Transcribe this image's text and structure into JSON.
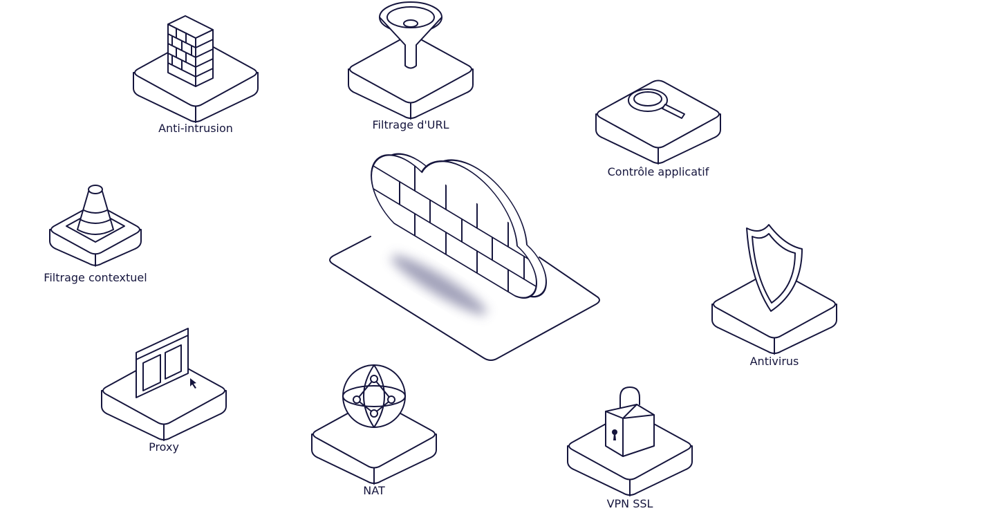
{
  "colors": {
    "stroke": "#15153d",
    "shadow": "#8a8aa8",
    "background": "#ffffff"
  },
  "features": [
    {
      "id": "anti-intrusion",
      "label": "Anti-intrusion",
      "icon": "brick-wall-icon"
    },
    {
      "id": "url-filtering",
      "label": "Filtrage d'URL",
      "icon": "funnel-icon"
    },
    {
      "id": "app-control",
      "label": "Contrôle applicatif",
      "icon": "magnifier-icon"
    },
    {
      "id": "context-filtering",
      "label": "Filtrage contextuel",
      "icon": "traffic-cone-icon"
    },
    {
      "id": "antivirus",
      "label": "Antivirus",
      "icon": "shield-icon"
    },
    {
      "id": "proxy",
      "label": "Proxy",
      "icon": "browser-window-icon"
    },
    {
      "id": "nat",
      "label": "NAT",
      "icon": "globe-network-icon"
    },
    {
      "id": "vpn-ssl",
      "label": "VPN SSL",
      "icon": "padlock-icon"
    }
  ],
  "center": {
    "icon": "cloud-firewall-icon"
  }
}
